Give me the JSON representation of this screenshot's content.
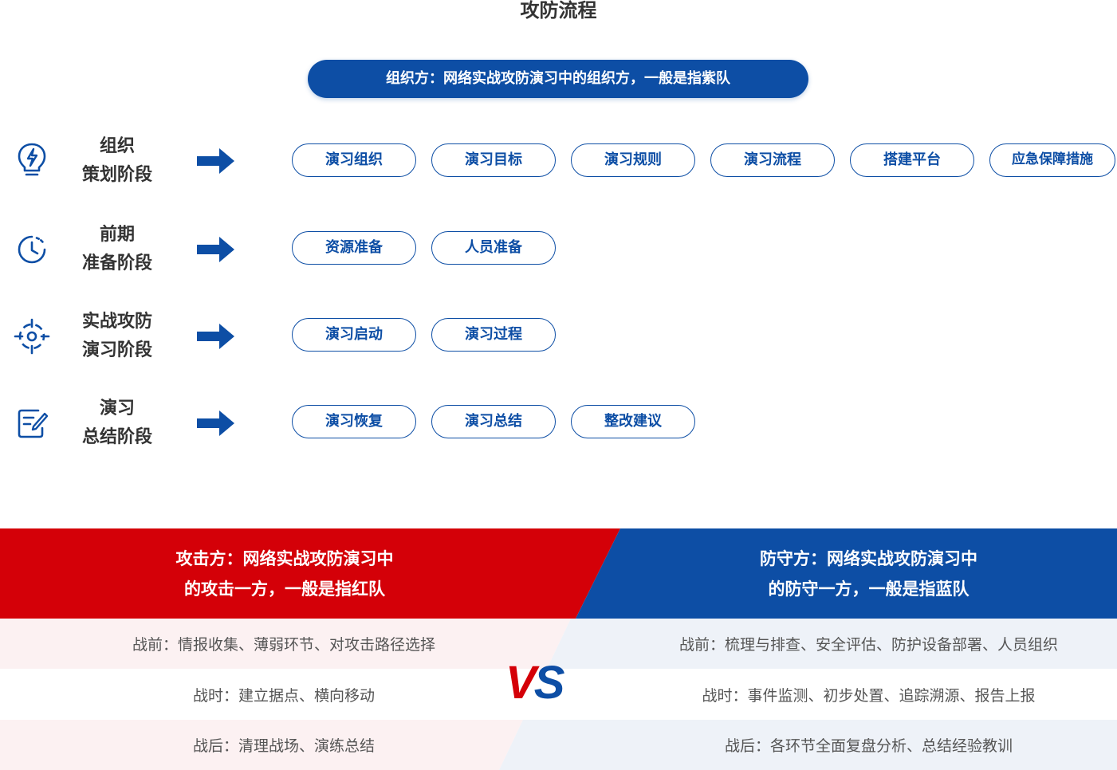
{
  "page_title": "攻防流程",
  "organizer_banner": "组织方：网络实战攻防演习中的组织方，一般是指紫队",
  "stages": [
    {
      "icon": "lightbulb-icon",
      "label_line1": "组织",
      "label_line2": "策划阶段",
      "items": [
        "演习组织",
        "演习目标",
        "演习规则",
        "演习流程",
        "搭建平台",
        "应急保障措施"
      ]
    },
    {
      "icon": "clock-icon",
      "label_line1": "前期",
      "label_line2": "准备阶段",
      "items": [
        "资源准备",
        "人员准备"
      ]
    },
    {
      "icon": "crosshair-icon",
      "label_line1": "实战攻防",
      "label_line2": "演习阶段",
      "items": [
        "演习启动",
        "演习过程"
      ]
    },
    {
      "icon": "edit-note-icon",
      "label_line1": "演习",
      "label_line2": "总结阶段",
      "items": [
        "演习恢复",
        "演习总结",
        "整改建议"
      ]
    }
  ],
  "attacker": {
    "header_line1": "攻击方：网络实战攻防演习中",
    "header_line2": "的攻击一方，一般是指红队",
    "rows": [
      "战前：情报收集、薄弱环节、对攻击路径选择",
      "战时：建立据点、横向移动",
      "战后：清理战场、演练总结"
    ]
  },
  "defender": {
    "header_line1": "防守方：网络实战攻防演习中",
    "header_line2": "的防守一方，一般是指蓝队",
    "rows": [
      "战前：梳理与排查、安全评估、防护设备部署、人员组织",
      "战时：事件监测、初步处置、追踪溯源、报告上报",
      "战后：各环节全面复盘分析、总结经验教训"
    ]
  },
  "vs_text": "VS",
  "colors": {
    "primary_blue": "#0d4ea5",
    "red": "#d40008",
    "light_red": "#fdf3f4",
    "light_blue": "#eef2f8"
  }
}
